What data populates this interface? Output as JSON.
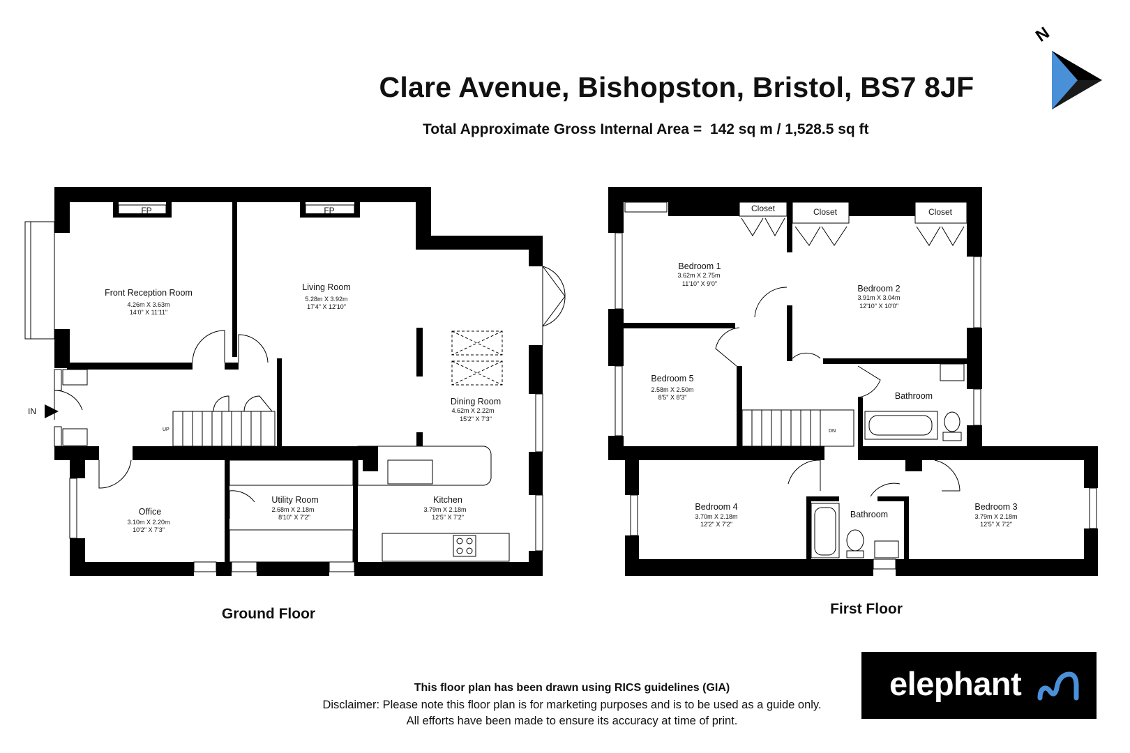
{
  "header": {
    "title": "Clare Avenue, Bishopston, Bristol, BS7 8JF",
    "area_label": "Total Approximate Gross Internal Area =",
    "area_value": "142 sq m / 1,528.5 sq ft",
    "compass_letter": "N"
  },
  "ground_floor": {
    "label": "Ground Floor",
    "entrance": "IN",
    "stairs_label": "UP",
    "rooms": {
      "front_reception": {
        "name": "Front Reception Room",
        "metric": "4.26m X 3.63m",
        "imperial": "14'0\" X 11'11\""
      },
      "living": {
        "name": "Living Room",
        "metric": "5.28m X 3.92m",
        "imperial": "17'4\" X 12'10\""
      },
      "dining": {
        "name": "Dining Room",
        "metric": "4.62m X 2.22m",
        "imperial": "15'2\" X 7'3\""
      },
      "office": {
        "name": "Office",
        "metric": "3.10m X 2.20m",
        "imperial": "10'2\" X 7'3\""
      },
      "utility": {
        "name": "Utility Room",
        "metric": "2.68m X 2.18m",
        "imperial": "8'10\" X 7'2\""
      },
      "kitchen": {
        "name": "Kitchen",
        "metric": "3.79m X 2.18m",
        "imperial": "12'5\" X 7'2\""
      }
    },
    "fireplace_label": "FP"
  },
  "first_floor": {
    "label": "First Floor",
    "stairs_label": "DN",
    "closet_label": "Closet",
    "rooms": {
      "bedroom1": {
        "name": "Bedroom 1",
        "metric": "3.62m X 2.75m",
        "imperial": "11'10\" X 9'0\""
      },
      "bedroom2": {
        "name": "Bedroom 2",
        "metric": "3.91m X 3.04m",
        "imperial": "12'10\" X 10'0\""
      },
      "bedroom5": {
        "name": "Bedroom 5",
        "metric": "2.58m X 2.50m",
        "imperial": "8'5\" X 8'3\""
      },
      "bathroom_top": {
        "name": "Bathroom"
      },
      "bedroom4": {
        "name": "Bedroom 4",
        "metric": "3.70m X 2.18m",
        "imperial": "12'2\" X 7'2\""
      },
      "bathroom_bottom": {
        "name": "Bathroom"
      },
      "bedroom3": {
        "name": "Bedroom 3",
        "metric": "3.79m X 2.18m",
        "imperial": "12'5\" X 7'2\""
      }
    }
  },
  "footer": {
    "rics": "This floor plan has been drawn using RICS guidelines (GIA)",
    "disclaimer_line1": "Disclaimer: Please note this floor plan is for marketing purposes and is to be used as a guide only.",
    "disclaimer_line2": "All efforts have been made to ensure its accuracy at time of print.",
    "brand": "elephant"
  },
  "colors": {
    "wall": "#000000",
    "compass": "#4a90d9",
    "logo_bg": "#000000",
    "logo_accent": "#4a90d9"
  }
}
